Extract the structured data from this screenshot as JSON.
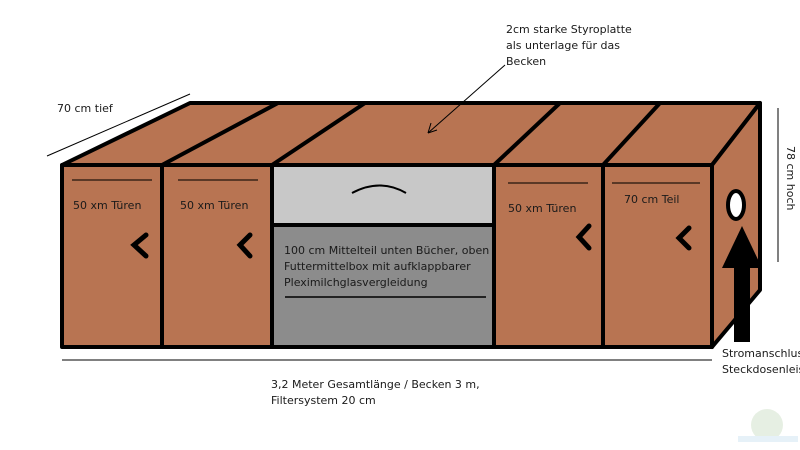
{
  "labels": {
    "styro": [
      "2cm starke Styroplatte",
      "als unterlage für das",
      "Becken"
    ],
    "depth": "70 cm tief",
    "height": "78 cm hoch",
    "door1": "50 xm Türen",
    "door2": "50 xm Türen",
    "door3": "50 xm Türen",
    "door4": "70 cm Teil",
    "middle": [
      "100 cm Mittelteil unten Bücher, oben",
      "Futtermittelbox mit aufklappbarer",
      "Pleximilchglasvergleidung"
    ],
    "power": [
      "Stromanschluss",
      "Steckdosenleis"
    ],
    "length": [
      "3,2 Meter Gesamtlänge / Becken 3 m,",
      "Filtersystem 20 cm"
    ]
  },
  "colors": {
    "wood": "#b87452",
    "light_gray": "#c8c8c8",
    "dark_gray": "#8c8c8c",
    "outline": "#000000"
  }
}
